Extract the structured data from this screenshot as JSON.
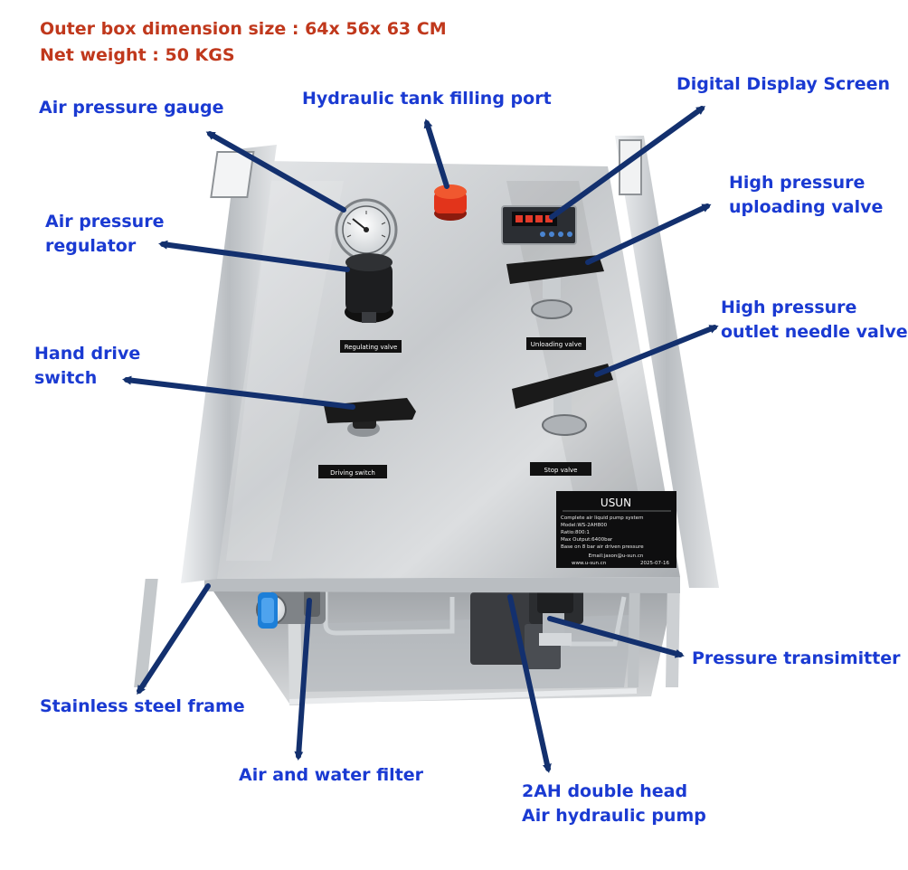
{
  "specs": {
    "dimension": "Outer box dimension size : 64x 56x 63 CM",
    "weight": "Net weight : 50 KGS"
  },
  "labels": {
    "air_pressure_gauge": "Air pressure gauge",
    "hydraulic_tank_filling_port": "Hydraulic tank filling port",
    "digital_display_screen": "Digital Display Screen",
    "high_pressure_uploading_valve": [
      "High pressure",
      "uploading valve"
    ],
    "air_pressure_regulator": [
      "Air pressure",
      "regulator"
    ],
    "high_pressure_outlet_needle_valve": [
      "High pressure",
      "outlet needle valve"
    ],
    "hand_drive_switch": [
      "Hand drive",
      "switch"
    ],
    "pressure_transmitter": "Pressure transimitter",
    "stainless_steel_frame": "Stainless steel frame",
    "air_and_water_filter": "Air and water filter",
    "double_head_pump": [
      "2AH double head",
      "Air hydraulic pump"
    ]
  },
  "panel_tags": {
    "regulating_valve": "Regulating valve",
    "unloading_valve": "Unloading valve",
    "driving_switch": "Driving switch",
    "stop_valve": "Stop valve"
  },
  "nameplate": {
    "brand": "USUN",
    "lines": [
      "Complete air liquid pump system",
      "Model:WS-2AH800",
      "Ratio:800:1",
      "Max Output:6400bar",
      "Base on 8 bar air driven pressure"
    ],
    "email": "Email:jason@u-sun.cn",
    "website": "www.u-sun.cn",
    "date": "2025-07-16"
  },
  "colors": {
    "label": "#1a3ad2",
    "spec": "#c0381c",
    "arrow": "#13306e",
    "steel_light": "#d8dadc",
    "steel_dark": "#8f9397",
    "handle": "#1a1a1a",
    "cap": "#e2341b",
    "fitting_blue": "#1d7fd8"
  }
}
